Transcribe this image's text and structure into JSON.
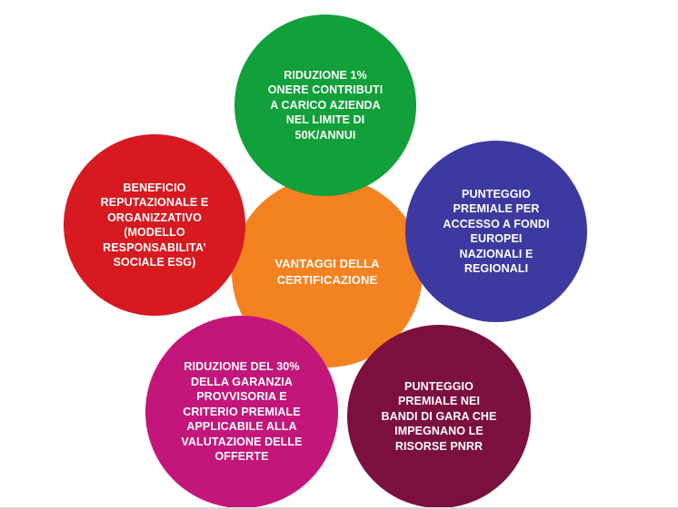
{
  "diagram": {
    "center": {
      "label": "VANTAGGI DELLA\nCERTIFICAZIONE",
      "color": "#f58220"
    },
    "circles": {
      "top": {
        "label": "RIDUZIONE 1%\nONERE CONTRIBUTI\nA CARICO AZIENDA\nNEL LIMITE DI\n50K/ANNUI",
        "color": "#11a03a"
      },
      "left": {
        "label": "BENEFICIO\nREPUTAZIONALE E\nORGANIZZATIVO\n(MODELLO\nRESPONSABILITA’\nSOCIALE ESG)",
        "color": "#d71920"
      },
      "right": {
        "label": "PUNTEGGIO\nPREMIALE PER\nACCESSO A FONDI\nEUROPEI\nNAZIONALI E\nREGIONALI",
        "color": "#3c3aa0"
      },
      "bottom_left": {
        "label": "RIDUZIONE DEL 30%\nDELLA GARANZIA\nPROVVISORIA E\nCRITERIO PREMIALE\nAPPLICABILE ALLA\nVALUTAZIONE DELLE\nOFFERTE",
        "color": "#c2167a"
      },
      "bottom_right": {
        "label": "PUNTEGGIO\nPREMIALE NEI\nBANDI DI GARA CHE\nIMPEGNANO LE\nRISORSE PNRR",
        "color": "#7b0f3d"
      }
    }
  }
}
